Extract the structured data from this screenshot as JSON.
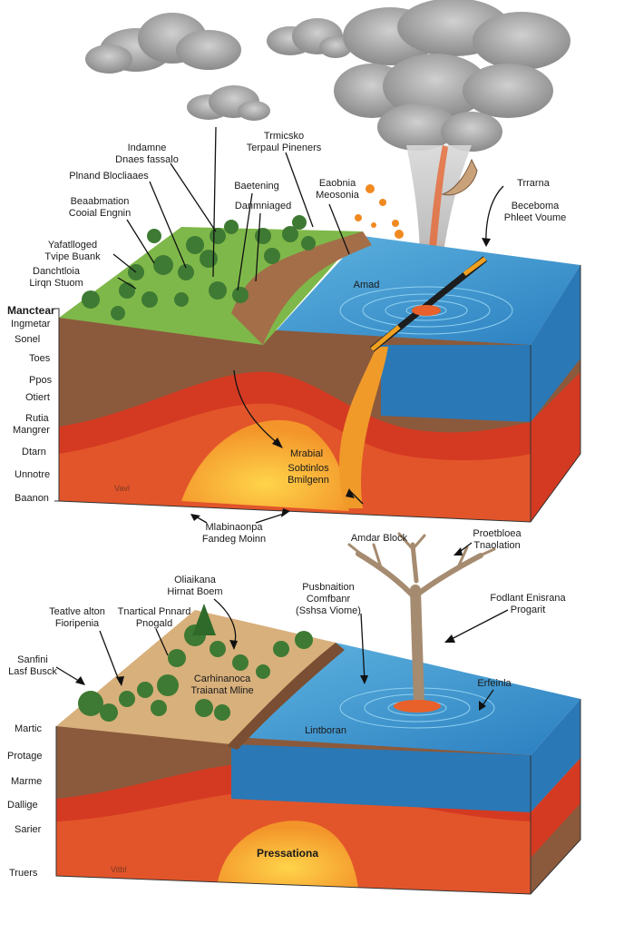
{
  "diagram": {
    "top_panel": {
      "callouts": {
        "indamne": [
          "Indamne",
          "Dnaes fassalo"
        ],
        "plnand": [
          "Plnand Blocliaaes"
        ],
        "beaabmation": [
          "Beaabmation",
          "Cooial Engnin"
        ],
        "yafatlloged": [
          "Yafatlloged",
          "Tvipe Buank"
        ],
        "danchtloia": [
          "Danchtloia",
          "Lirqn Stuom"
        ],
        "trmicsko": [
          "Trmicsko",
          "Terpaul Pineners"
        ],
        "baetening": [
          "Baetening"
        ],
        "danmniaged": [
          "Danmniaged"
        ],
        "eaobnia": [
          "Eaobnia",
          "Meosonia"
        ],
        "trrarna": [
          "Trrarna"
        ],
        "beceboma": [
          "Beceboma",
          "Phleet Voume"
        ],
        "amad": [
          "Amad"
        ],
        "mrabial": [
          "Mrabial"
        ],
        "sobtinlos": [
          "Sobtinlos",
          "Bmilgenn"
        ],
        "mlabinaonpa": [
          "Mlabinaonpa",
          "Fandeg Moinn"
        ],
        "amdar_block": [
          "Amdar Block"
        ]
      },
      "side_labels": [
        "Manctear",
        "Ingmetar",
        "Sonel",
        "Toes",
        "Ppos",
        "Otiert",
        "Rutia",
        "Mangrer",
        "Dtarn",
        "Unnotre",
        "Baanon"
      ]
    },
    "bottom_panel": {
      "callouts": {
        "proetbloea": [
          "Proetbloea",
          "Tnaolation"
        ],
        "oliaikana": [
          "Oliaikana",
          "Hirnat Boem"
        ],
        "teatlve": [
          "Teatlve alton",
          "Fioripenia"
        ],
        "tnartical": [
          "Tnartical Pnnard",
          "Pnogald"
        ],
        "sanfini": [
          "Sanfini",
          "Lasf Busck"
        ],
        "pusbnaition": [
          "Pusbnaition",
          "Comfbanr",
          "(Sshsa Viome)"
        ],
        "fodlant": [
          "Fodlant Enisrana",
          "Progarit"
        ],
        "carhinanoca": [
          "Carhinanoca",
          "Traianat Mline"
        ],
        "erfeinla": [
          "Erfeinla"
        ],
        "lintboran": [
          "Lintboran"
        ],
        "pressationa": [
          "Pressationa"
        ]
      },
      "side_labels": [
        "Martic",
        "Protage",
        "Marme",
        "Dallige",
        "Sarier",
        "Truers"
      ]
    },
    "faint_marks": [
      "Vavl",
      "Vitbl"
    ],
    "colors": {
      "sky_cloud": "#8f8f8f",
      "grass": "#7fb84a",
      "soil": "#8b5a3c",
      "water": "#2f86c8",
      "magma": "#e8561f",
      "magma_core": "#f5b324"
    }
  }
}
